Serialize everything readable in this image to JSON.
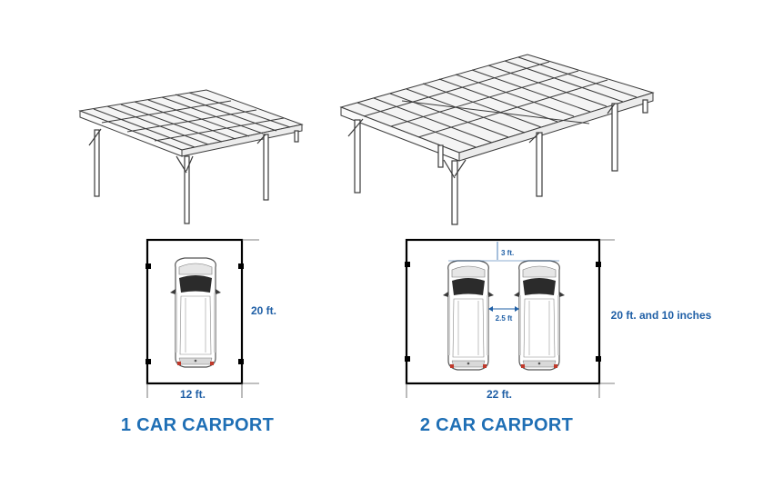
{
  "diagrams": [
    {
      "caption": "1 CAR CARPORT",
      "width_label": "12 ft.",
      "depth_label": "20 ft."
    },
    {
      "caption": "2 CAR CARPORT",
      "width_label": "22 ft.",
      "depth_label": "20 ft. and 10 inches",
      "front_gap_label": "3 ft.",
      "between_cars_label": "2.5 ft"
    }
  ],
  "colors": {
    "label_blue": "#1f5fa6",
    "caption_blue": "#1f6fb5",
    "frame_line": "#3a3a3a",
    "car_body": "#ffffff",
    "car_glass": "#2b2b2b"
  }
}
